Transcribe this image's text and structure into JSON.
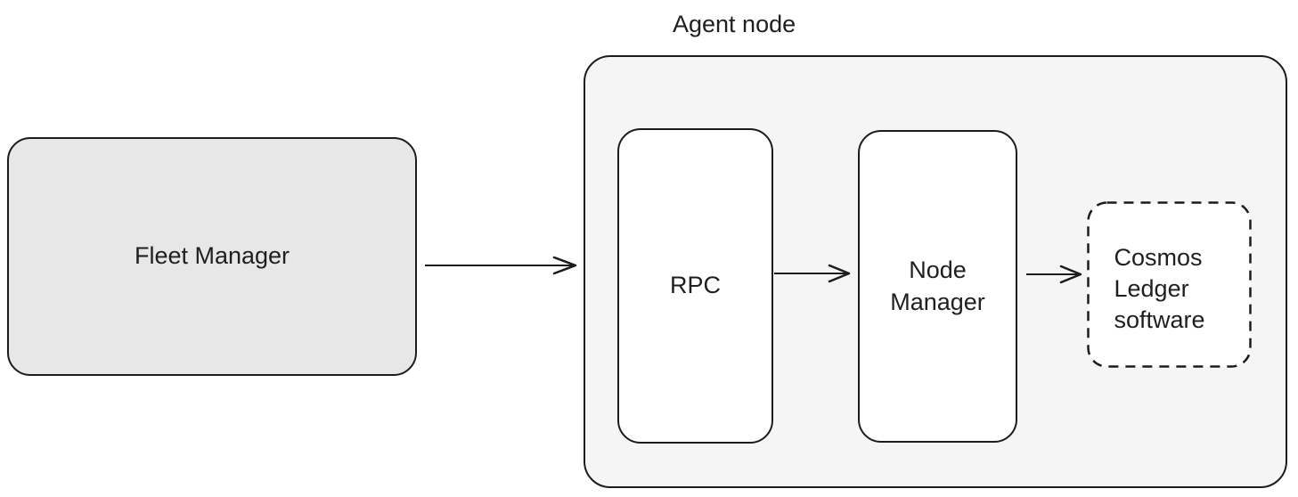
{
  "diagram": {
    "title": "Agent node",
    "nodes": {
      "fleet_manager": {
        "label": "Fleet Manager"
      },
      "rpc": {
        "label": "RPC"
      },
      "node_manager": {
        "label": "Node Manager"
      },
      "cosmos_ledger": {
        "label": "Cosmos Ledger software"
      }
    },
    "edges": [
      {
        "from": "fleet_manager",
        "to": "agent_node"
      },
      {
        "from": "rpc",
        "to": "node_manager"
      },
      {
        "from": "node_manager",
        "to": "cosmos_ledger"
      }
    ],
    "colors": {
      "background": "#ffffff",
      "fleet_manager_fill": "#e7e7e7",
      "agent_container_fill": "#f5f5f5",
      "inner_box_fill": "#ffffff",
      "stroke": "#1c1c1c",
      "text": "#1f1f1f"
    }
  }
}
